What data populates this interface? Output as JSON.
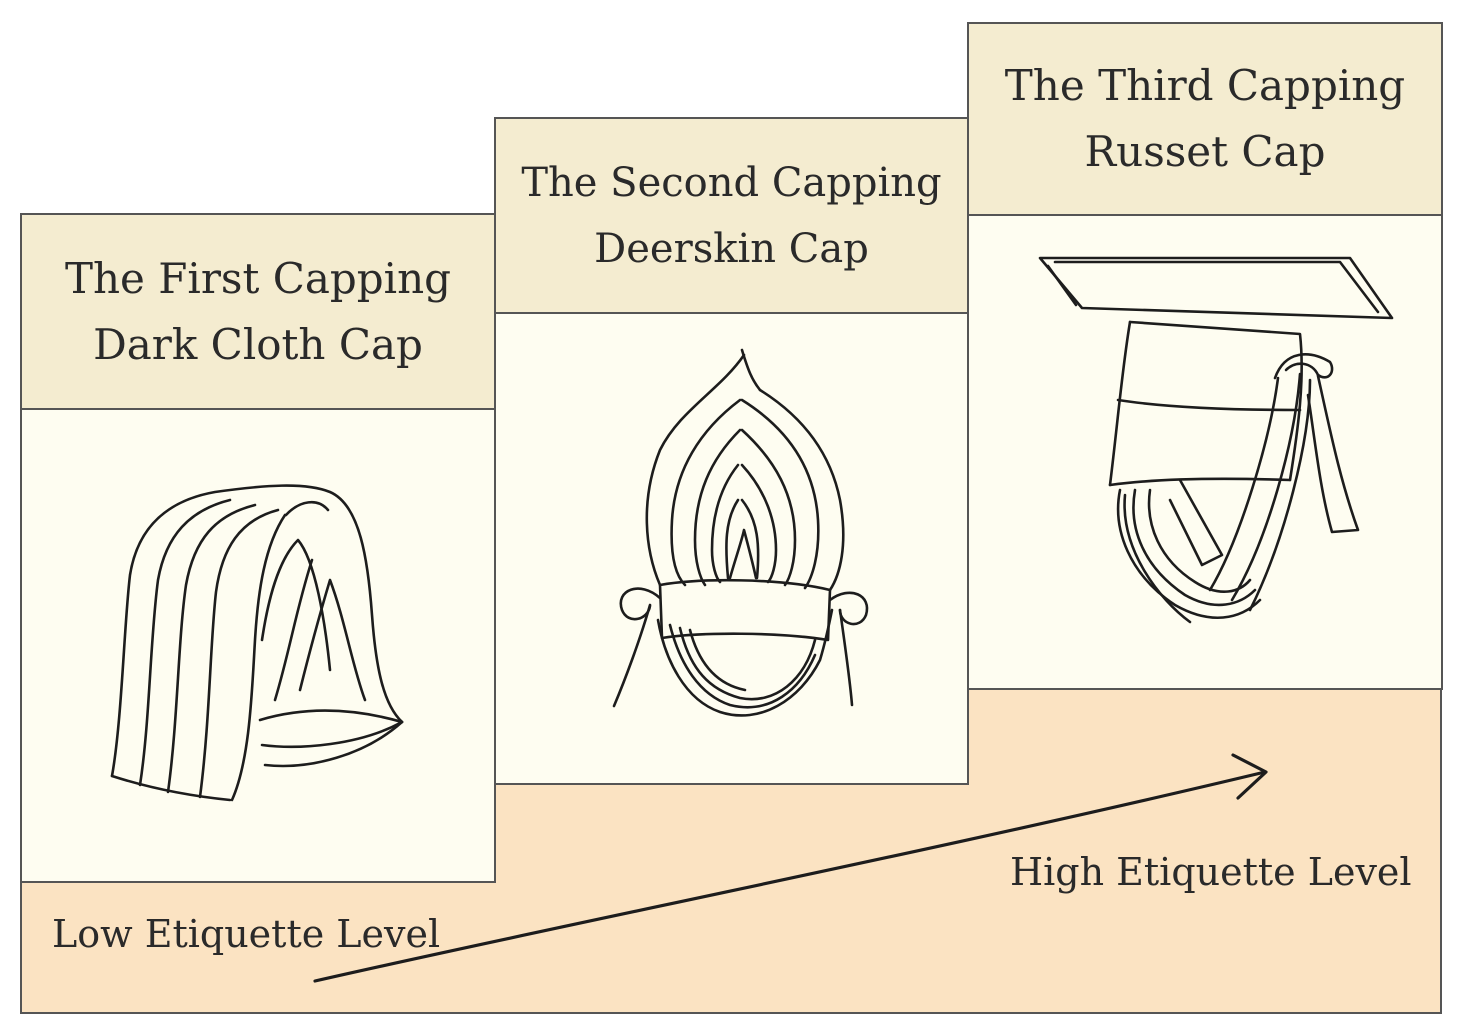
{
  "stages": [
    {
      "title": "The First Capping",
      "subtitle": "Dark Cloth Cap",
      "illustration": "cloth-cap-icon"
    },
    {
      "title": "The Second Capping",
      "subtitle": "Deerskin Cap",
      "illustration": "deerskin-cap-icon"
    },
    {
      "title": "The Third Capping",
      "subtitle": "Russet Cap",
      "illustration": "russet-cap-icon"
    }
  ],
  "scale": {
    "low_label": "Low Etiquette Level",
    "high_label": "High Etiquette Level"
  },
  "colors": {
    "header_fill": "#f4ecd0",
    "card_fill": "#fefdf1",
    "base_fill": "#fbe3c2",
    "border": "#555555",
    "ink": "#1d1d1d"
  }
}
